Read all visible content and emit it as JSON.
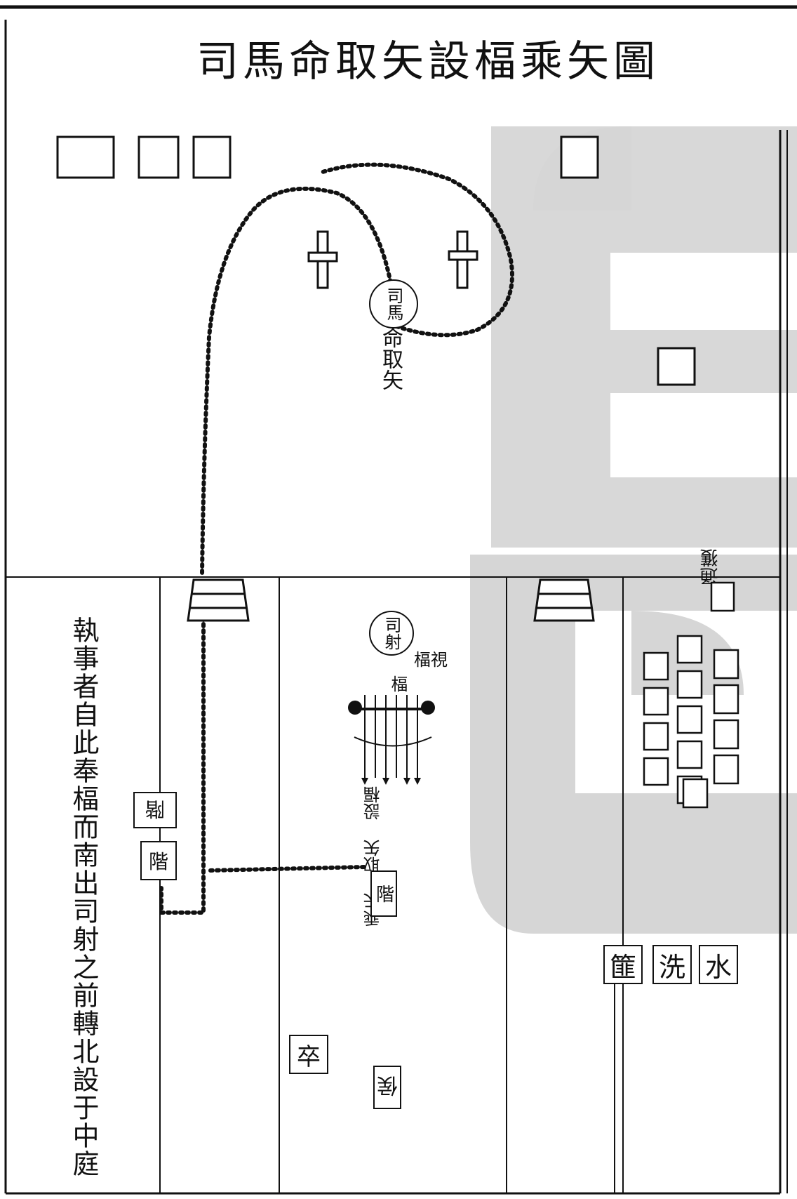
{
  "title": "司馬命取矢設楅乘矢圖",
  "labels": {
    "sima_circle": "司馬",
    "sima_action": "命取矢",
    "she_circle": "司射",
    "she_action": "楅視",
    "fu_label": "楅",
    "zhishi_note": "執事者自此奉楅而南出司射之前轉北設于中庭",
    "tong_huo": "通獲",
    "shui": "水",
    "xi": "洗",
    "fei": "篚",
    "left_box_a": "階",
    "left_box_b": "階",
    "center_box": "階",
    "lower_box_1": "卒",
    "lower_box_2": "侯",
    "inverted_note": "乘矢 取矢 設楅"
  },
  "colors": {
    "ink": "#111111",
    "paper": "#ffffff",
    "watermark": "#d6d6d6"
  }
}
